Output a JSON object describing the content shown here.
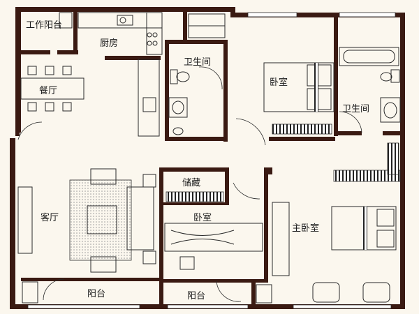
{
  "rooms": {
    "work_balcony": "工作阳台",
    "kitchen": "厨房",
    "bathroom_1": "卫生间",
    "dining": "餐厅",
    "bedroom_1": "卧室",
    "bathroom_2": "卫生间",
    "storage": "储藏",
    "living": "客厅",
    "bedroom_2": "卧室",
    "master_bedroom": "主卧室",
    "balcony_1": "阳台",
    "balcony_2": "阳台"
  },
  "colors": {
    "wall": "#3a1a12",
    "background": "#fbf7ee",
    "rug_dots": "#c9c9c9"
  }
}
